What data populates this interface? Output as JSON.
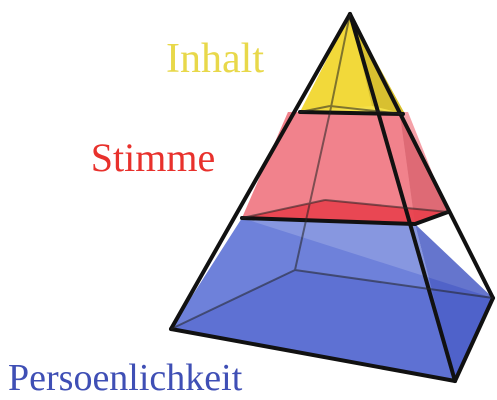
{
  "labels": {
    "top": "Inhalt",
    "middle": "Stimme",
    "bottom": "Persoenlichkeit"
  },
  "colors": {
    "top": "#f4e04a",
    "middle": "#f07a84",
    "bottom": "#5f74d6",
    "top_text": "#e8d84a",
    "middle_text": "#e8312c",
    "bottom_text": "#3f4fb5",
    "edge": "#111111"
  }
}
